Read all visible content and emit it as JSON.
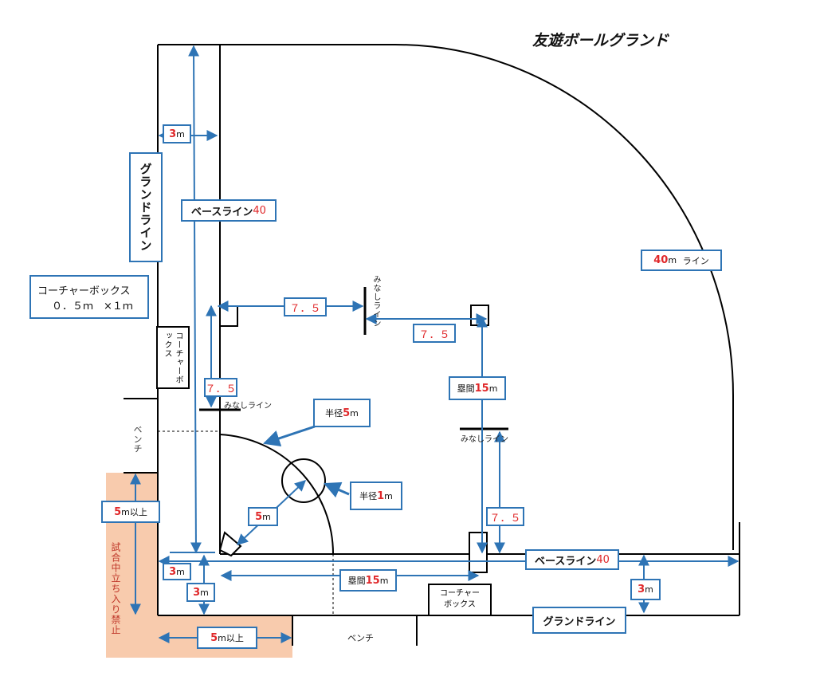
{
  "title": "友遊ボールグランド",
  "labels": {
    "grand_line_left": "グランドライン",
    "grand_line_bottom": "グランドライン",
    "coach_box_legend_line1": "コーチャーボックス",
    "coach_box_legend_line2": "０．５ｍ　×１ｍ",
    "coach_box_left": "コーチャーボックス",
    "coach_box_bottom_line1": "コーチャー",
    "coach_box_bottom_line2": "ボックス",
    "bench_left": "ベンチ",
    "bench_bottom": "ベンチ",
    "no_entry": "試合中立ち入り禁止",
    "minashi_top": "みなしライン",
    "minashi_left": "みなしライン",
    "minashi_right": "みなしライン",
    "baseline_top_text": "ベースライン",
    "baseline_top_num": "40",
    "baseline_bottom_text": "ベースライン",
    "baseline_bottom_num": "40",
    "line40_num": "40",
    "line40_unit": "m",
    "line40_text": "ライン",
    "dim_3m_top_num": "3",
    "dim_3m_top_unit": "m",
    "dim_3m_left_num": "3",
    "dim_3m_left_unit": "m",
    "dim_3m_bottom_num": "3",
    "dim_3m_bottom_unit": "m",
    "dim_3m_right_num": "3",
    "dim_3m_right_unit": "m",
    "dim_5m_over_left_num": "5",
    "dim_5m_over_left_unit": "m以上",
    "dim_5m_over_bottom_num": "5",
    "dim_5m_over_bottom_unit": "m以上",
    "dim_7_5_a": "７．５",
    "dim_7_5_b": "７．５",
    "dim_7_5_c": "７．５",
    "dim_7_5_d": "７．５",
    "rui_kan_right_text": "塁間",
    "rui_kan_right_num": "15",
    "rui_kan_right_unit": "m",
    "rui_kan_bottom_text": "塁間",
    "rui_kan_bottom_num": "15",
    "rui_kan_bottom_unit": "m",
    "radius5_text": "半径",
    "radius5_num": "5",
    "radius5_unit": "m",
    "radius1_text": "半径",
    "radius1_num": "1",
    "radius1_unit": "m",
    "dim_5m_num": "5",
    "dim_5m_unit": "m"
  },
  "colors": {
    "arrow": "#2e74b5",
    "box_border": "#2e74b5",
    "red_text": "#e0282a",
    "restricted_area": "#f8cbad",
    "line": "#000000"
  }
}
